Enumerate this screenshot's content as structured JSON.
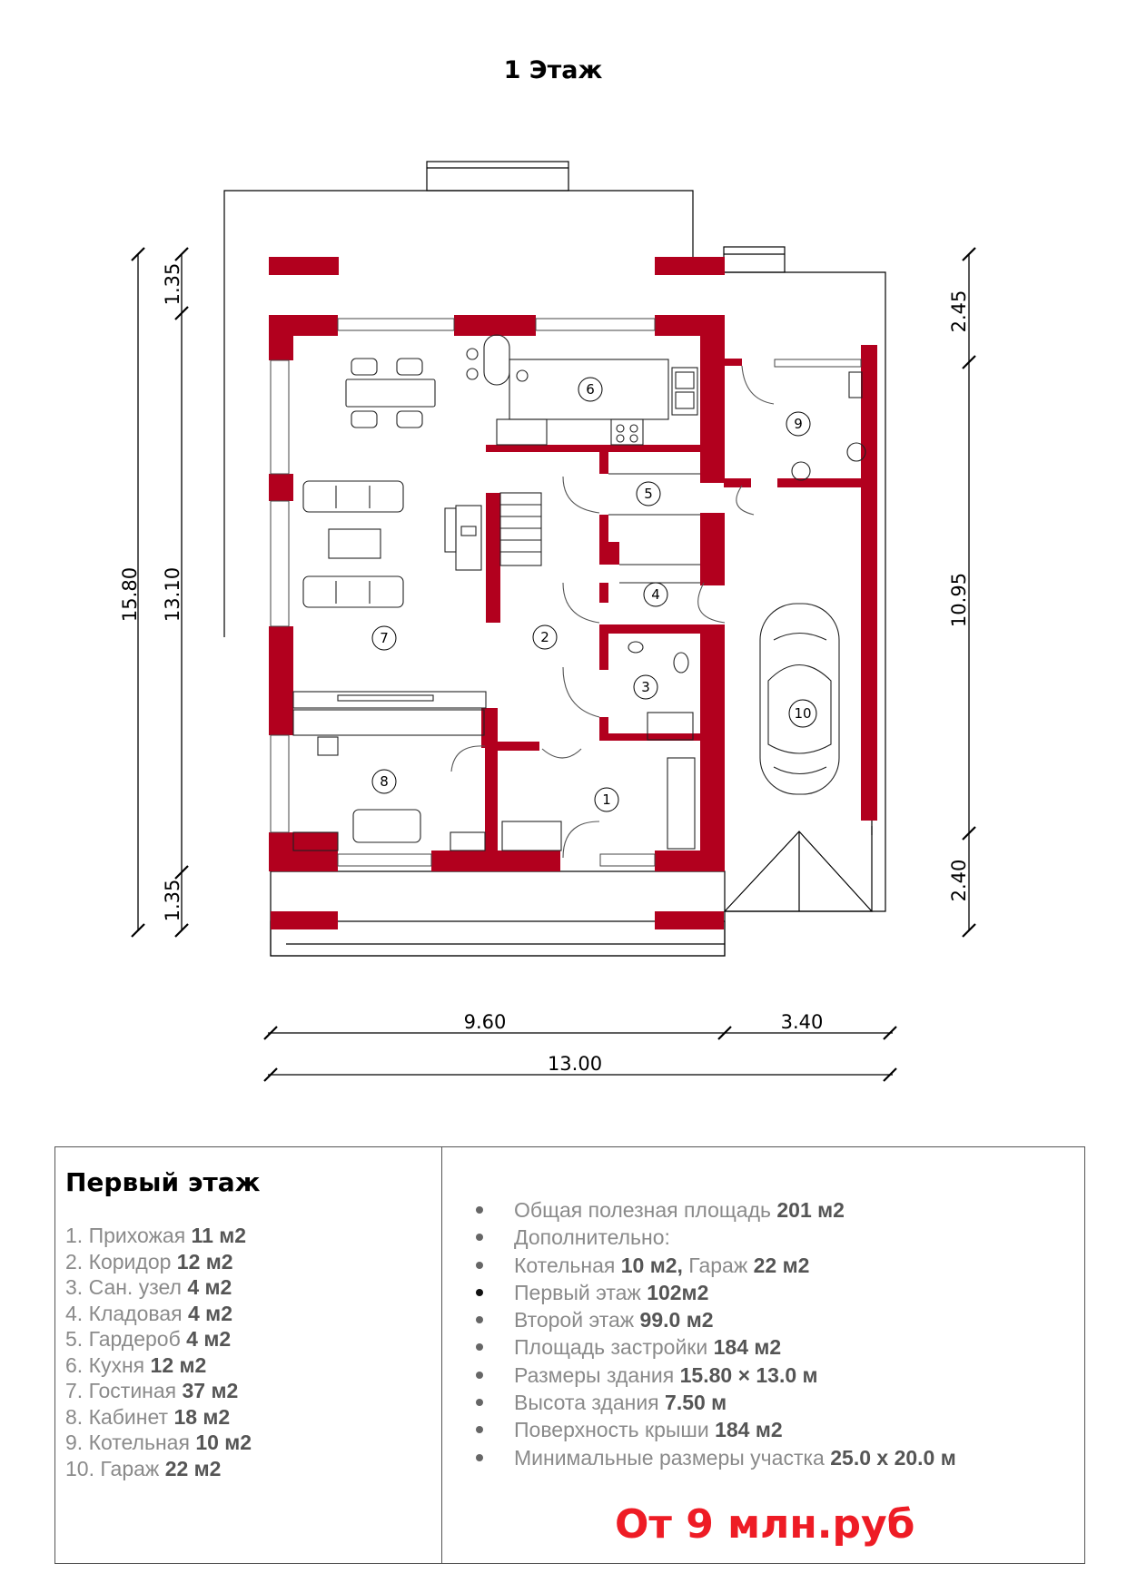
{
  "page": {
    "title": "1 Этаж"
  },
  "plan": {
    "rooms": [
      "1",
      "2",
      "3",
      "4",
      "5",
      "6",
      "7",
      "8",
      "9",
      "10"
    ],
    "dims": {
      "total_height": "15.80",
      "inner_height": "13.10",
      "top_offset": "1.35",
      "bottom_offset": "1.35",
      "right_top": "2.45",
      "right_middle": "10.95",
      "right_bottom": "2.40",
      "width_main": "9.60",
      "width_garage": "3.40",
      "total_width": "13.00"
    }
  },
  "info": {
    "heading": "Первый этаж",
    "rooms": [
      {
        "name": "1. Прихожая",
        "area": "11 м2"
      },
      {
        "name": "2. Коридор",
        "area": "12 м2"
      },
      {
        "name": "3. Сан. узел",
        "area": "4 м2"
      },
      {
        "name": "4. Кладовая",
        "area": "4 м2"
      },
      {
        "name": "5. Гардероб",
        "area": "4 м2"
      },
      {
        "name": "6. Кухня",
        "area": "12 м2"
      },
      {
        "name": "7. Гостиная",
        "area": "37 м2"
      },
      {
        "name": "8. Кабинет",
        "area": "18 м2"
      },
      {
        "name": "9. Котельная",
        "area": "10 м2"
      },
      {
        "name": "10. Гараж",
        "area": "22 м2"
      }
    ],
    "specs": [
      {
        "label": "Общая полезная площадь",
        "value": "201 м2"
      },
      {
        "label": "Дополнительно:",
        "value": ""
      },
      {
        "label": "Котельная",
        "value": "10 м2,",
        "label2": "Гараж",
        "value2": "22 м2"
      },
      {
        "label": "Первый этаж",
        "value": "102м2"
      },
      {
        "label": "Второй этаж",
        "value": "99.0 м2"
      },
      {
        "label": "Площадь застройки",
        "value": "184 м2"
      },
      {
        "label": "Размеры здания",
        "value": "15.80 × 13.0 м"
      },
      {
        "label": "Высота здания",
        "value": "7.50 м"
      },
      {
        "label": "Поверхность крыши",
        "value": "184 м2"
      },
      {
        "label": "Минимальные размеры участка",
        "value": "25.0 х 20.0 м"
      }
    ],
    "price": "От 9 млн.руб"
  },
  "colors": {
    "wall": "#b2001e",
    "price": "#ee1c25",
    "muted_text": "#8a8a8a",
    "bold_text": "#555555"
  }
}
